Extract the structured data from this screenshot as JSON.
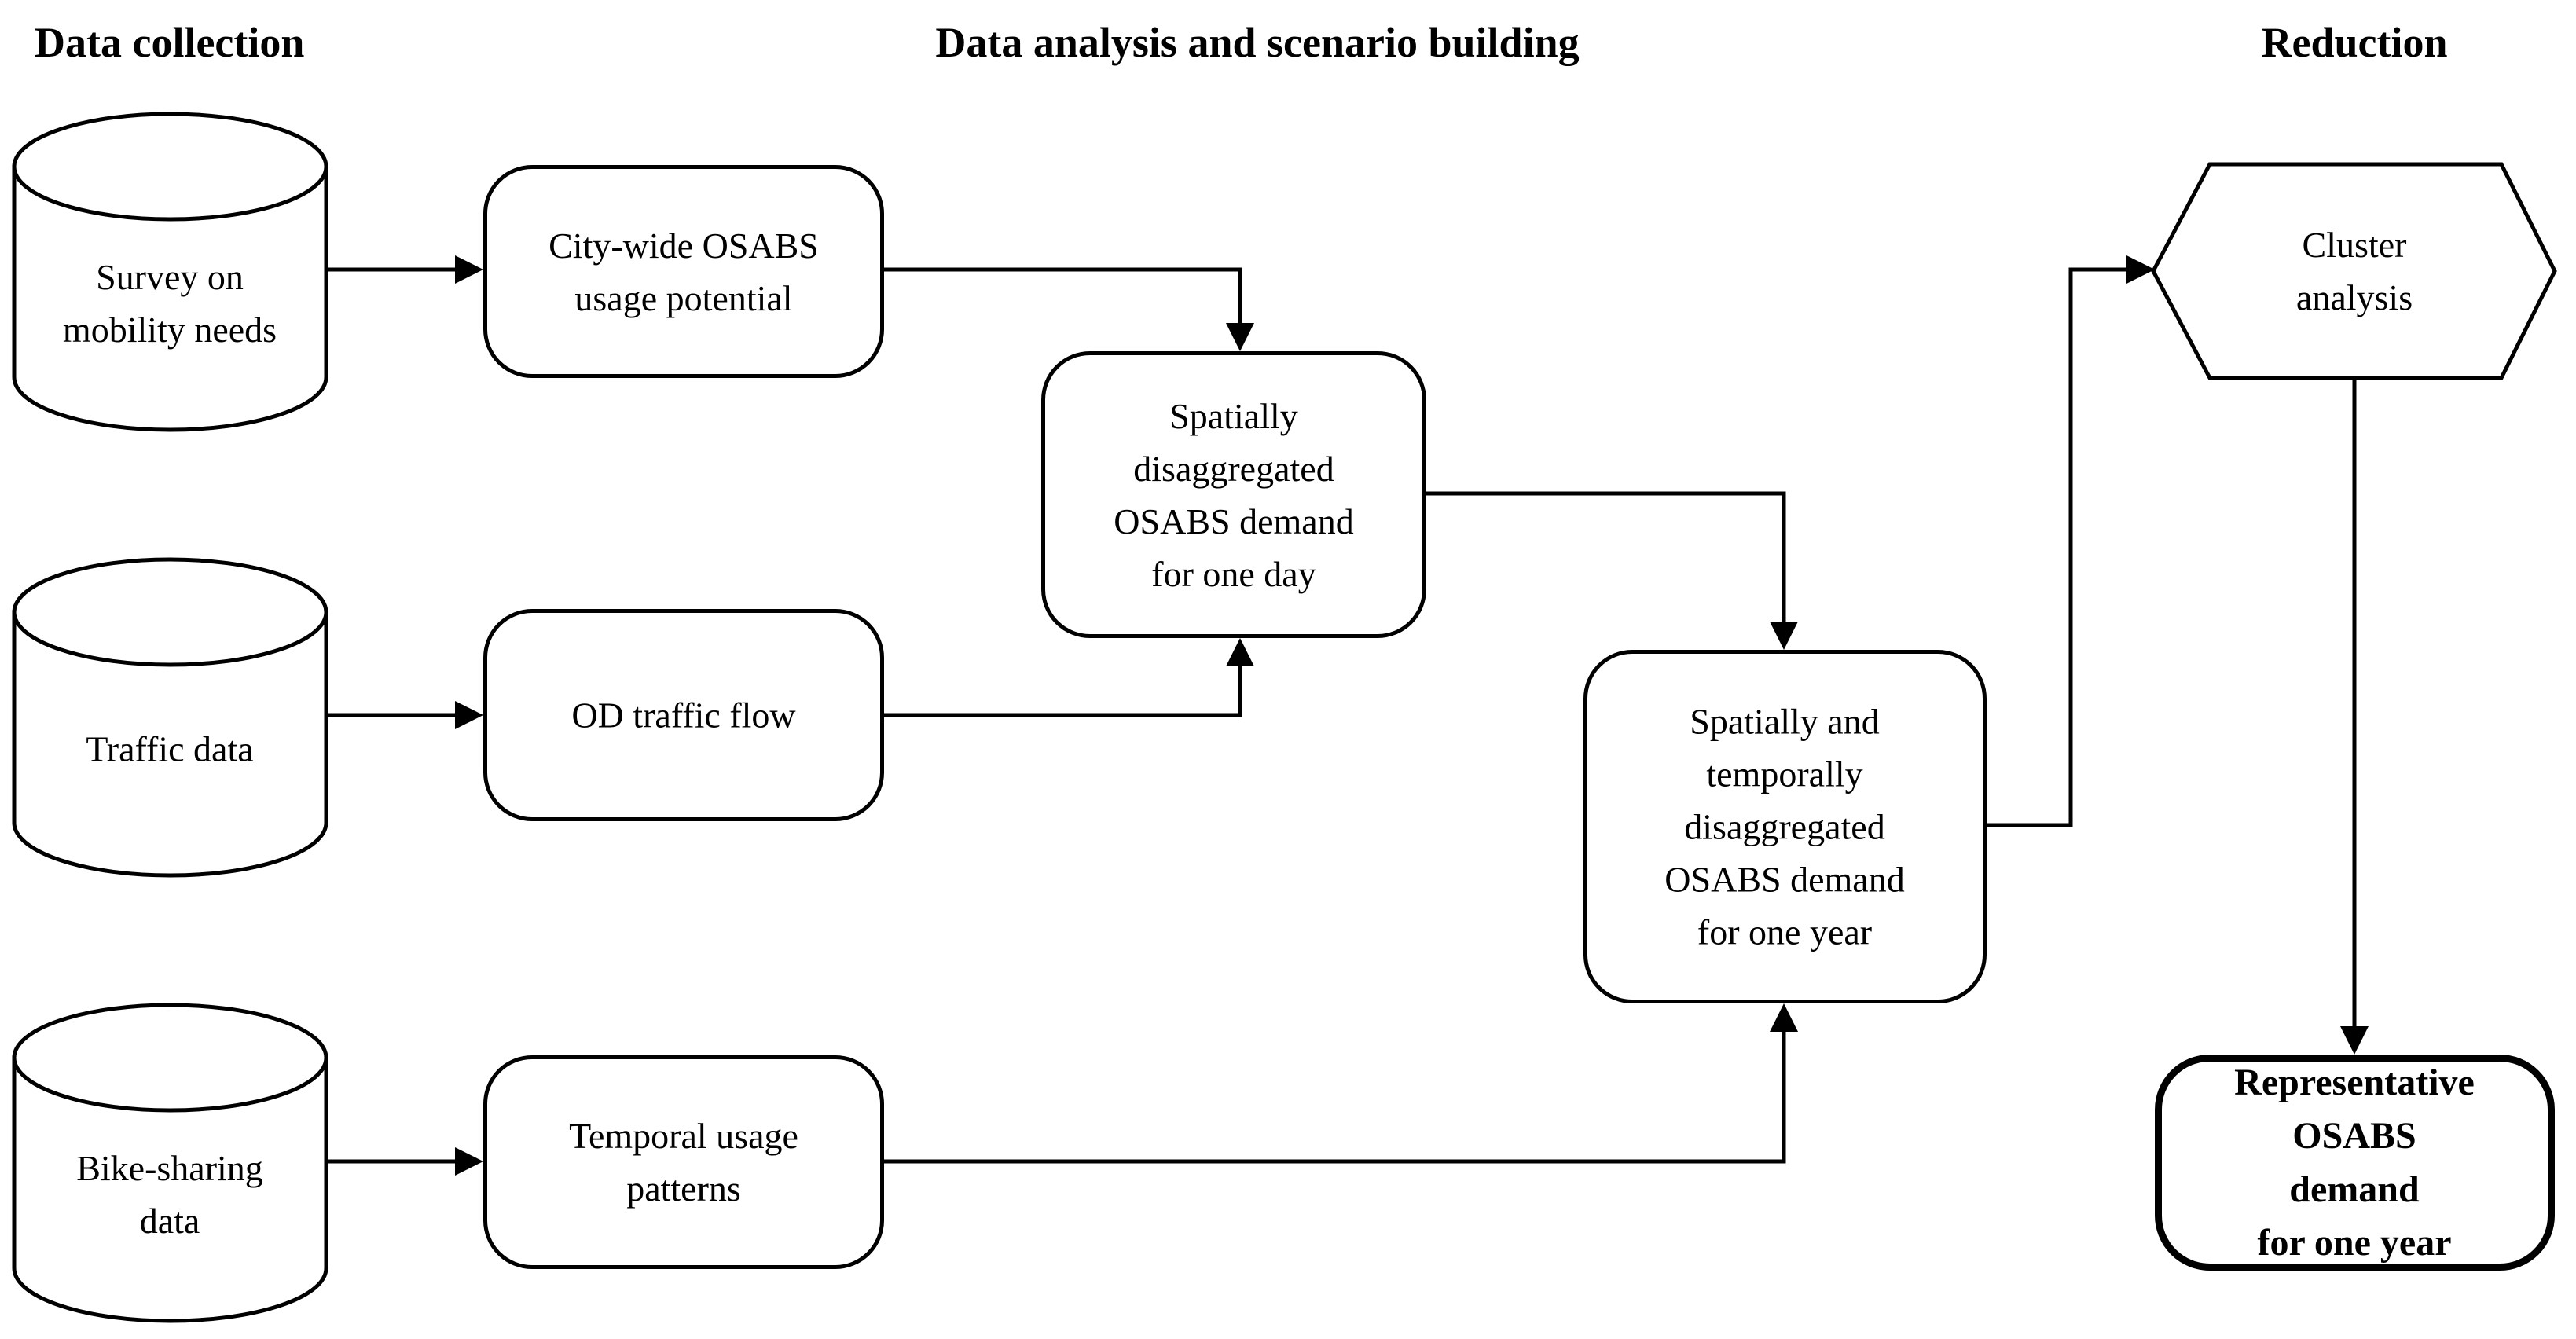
{
  "figure": {
    "type": "flowchart",
    "colors": {
      "line": "#000000",
      "shape_fill": "#ffffff",
      "background": "#ffffff"
    },
    "headers": {
      "col1": "Data collection",
      "col2": "Data analysis and scenario building",
      "col3": "Reduction"
    },
    "nodes": {
      "survey": {
        "shape": "cylinder",
        "label": "Survey on\nmobility needs"
      },
      "traffic": {
        "shape": "cylinder",
        "label": "Traffic data"
      },
      "bike": {
        "shape": "cylinder",
        "label": "Bike-sharing\ndata"
      },
      "citywide": {
        "shape": "rounded-box",
        "label": "City-wide OSABS\nusage potential"
      },
      "od": {
        "shape": "rounded-box",
        "label": "OD traffic flow"
      },
      "temporal": {
        "shape": "rounded-box",
        "label": "Temporal usage\npatterns"
      },
      "spatial_day": {
        "shape": "rounded-box",
        "label": "Spatially\ndisaggregated\nOSABS demand\nfor one day"
      },
      "spatiotemporal_year": {
        "shape": "rounded-box",
        "label": "Spatially and\ntemporally\ndisaggregated\nOSABS demand\nfor one year"
      },
      "cluster": {
        "shape": "hexagon",
        "label": "Cluster\nanalysis"
      },
      "representative": {
        "shape": "rounded-box-bold",
        "label": "Representative\nOSABS demand\nfor one year"
      }
    },
    "edges": [
      {
        "from": "survey",
        "to": "citywide"
      },
      {
        "from": "citywide",
        "to": "spatial_day"
      },
      {
        "from": "traffic",
        "to": "od"
      },
      {
        "from": "od",
        "to": "spatial_day"
      },
      {
        "from": "spatial_day",
        "to": "spatiotemporal_year"
      },
      {
        "from": "bike",
        "to": "temporal"
      },
      {
        "from": "temporal",
        "to": "spatiotemporal_year"
      },
      {
        "from": "spatiotemporal_year",
        "to": "cluster"
      },
      {
        "from": "cluster",
        "to": "representative"
      }
    ]
  }
}
